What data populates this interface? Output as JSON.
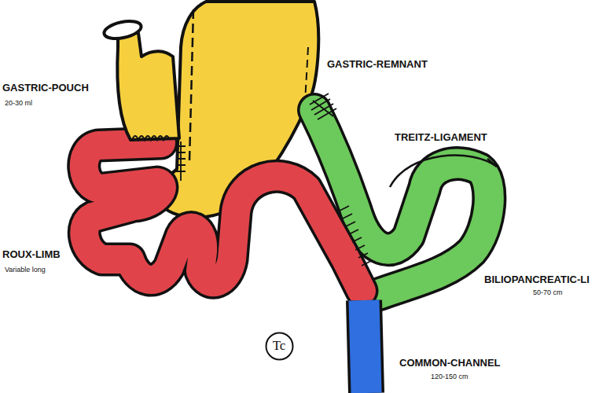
{
  "diagram": {
    "nodes": [
      {
        "text": [
          "Tc"
        ]
      }
    ],
    "labels": [
      "GASTRIC-POUCH",
      "20-30 ml",
      "GASTRIC-REMNANT",
      "TREITZ-LIGAMENT",
      "ROUX-LIMB",
      "Variable long",
      "BILIOPANCREATIC-LI",
      "50-70 cm",
      "COMMON-CHANNEL",
      "120-150 cm"
    ]
  }
}
